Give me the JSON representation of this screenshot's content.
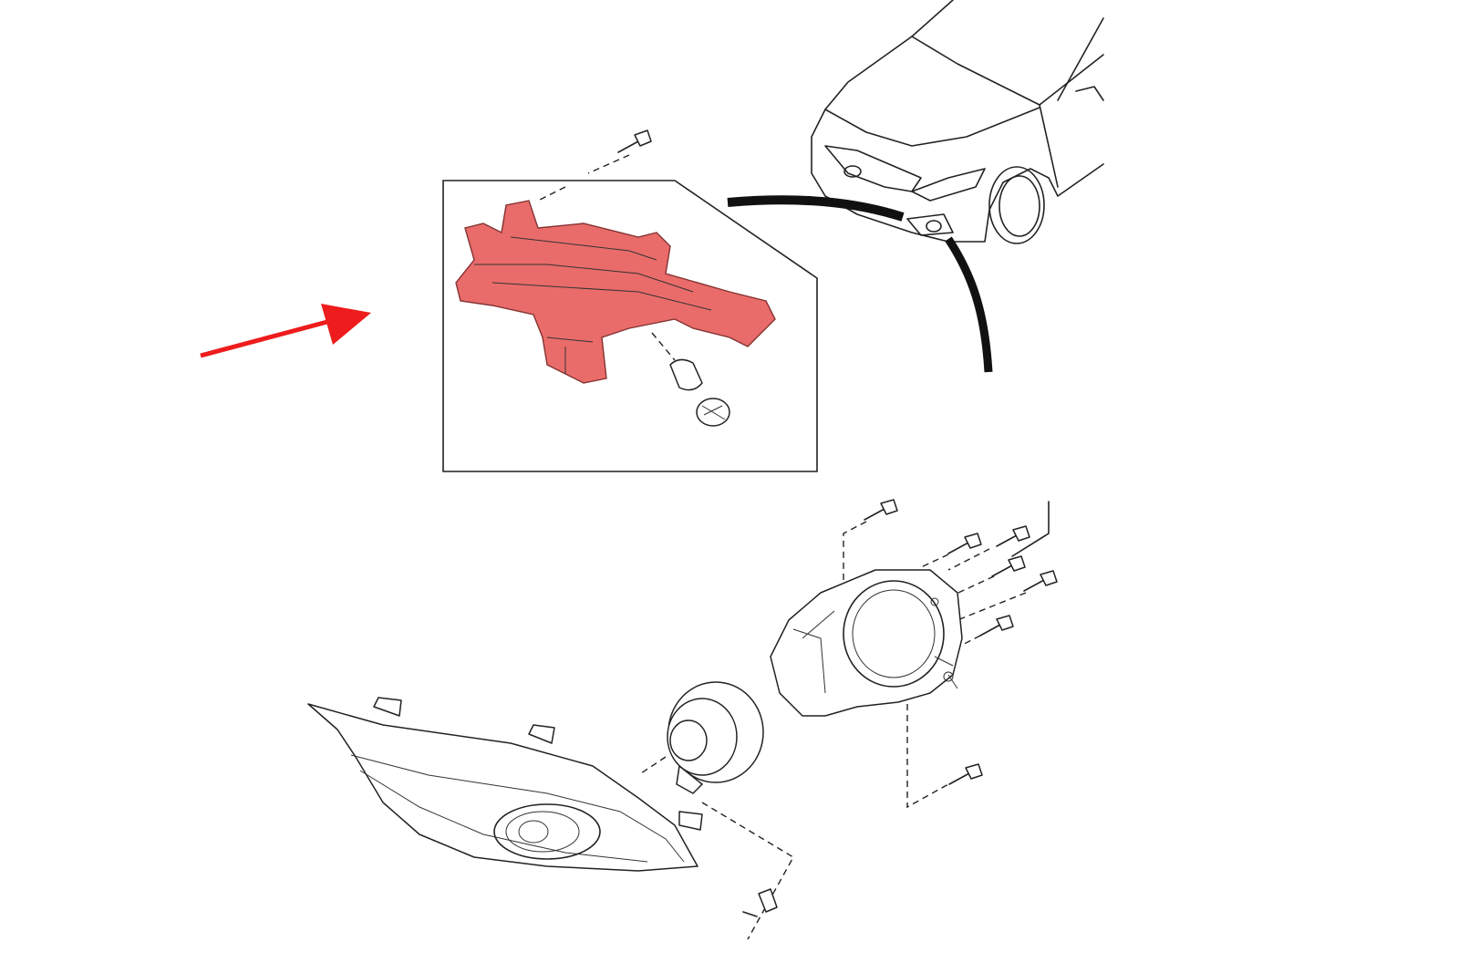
{
  "diagram": {
    "highlight_color": "#e8605e",
    "arrow_color": "#ee1c1c",
    "line_color": "#222222",
    "parts": [
      "vehicle-front",
      "daytime-running-lamp",
      "bulb",
      "bulb-socket",
      "fog-lamp",
      "fog-lamp-bracket",
      "fog-lamp-bezel",
      "screws",
      "connector"
    ]
  }
}
